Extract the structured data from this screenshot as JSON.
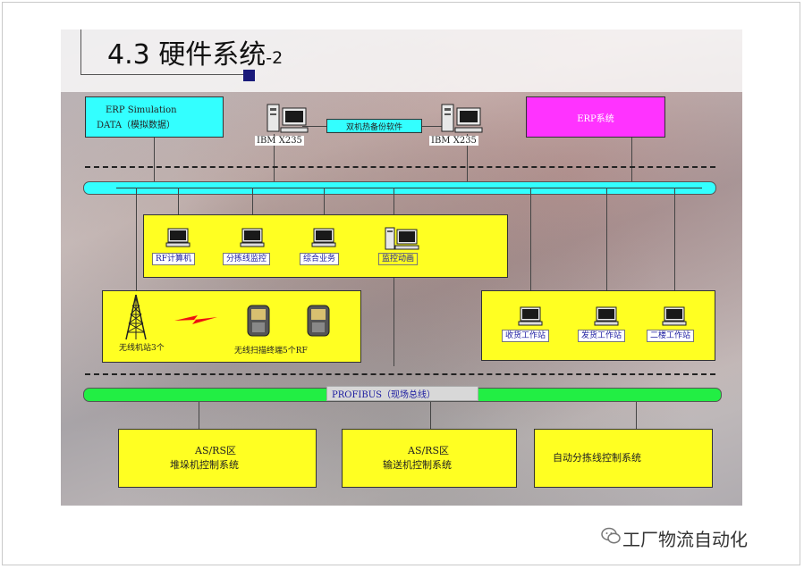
{
  "title": {
    "main": "4.3 硬件系统",
    "suffix": "-2"
  },
  "top": {
    "erp_sim_line1": "ERP Simulation",
    "erp_sim_line2": "DATA（模拟数据）",
    "server_left_label": "IBM X235",
    "server_right_label": "IBM X235",
    "backup_label": "双机热备份软件",
    "erp_system": "ERP系统"
  },
  "lan_group": {
    "rf_computer": "RF计算机",
    "sort_line_monitor": "分拣线监控",
    "integrated_business": "综合业务",
    "monitor_animation": "监控动画"
  },
  "wireless_group": {
    "base_station": "无线机站3个",
    "rf_terminals": "无线扫描终端5个RF"
  },
  "workstation_group": {
    "receiving": "收货工作站",
    "shipping": "发货工作站",
    "second_floor": "二楼工作站"
  },
  "fieldbus": {
    "label": "PROFIBUS（现场总线）"
  },
  "controls": {
    "stacker_line1": "AS/RS区",
    "stacker_line2": "堆垛机控制系统",
    "conveyor_line1": "AS/RS区",
    "conveyor_line2": "输送机控制系统",
    "sorting": "自动分拣线控制系统"
  },
  "watermark": "工厂物流自动化",
  "colors": {
    "cyan": "#33ffff",
    "magenta": "#ff33ff",
    "yellow": "#ffff22",
    "bus_green": "#22ee44"
  }
}
